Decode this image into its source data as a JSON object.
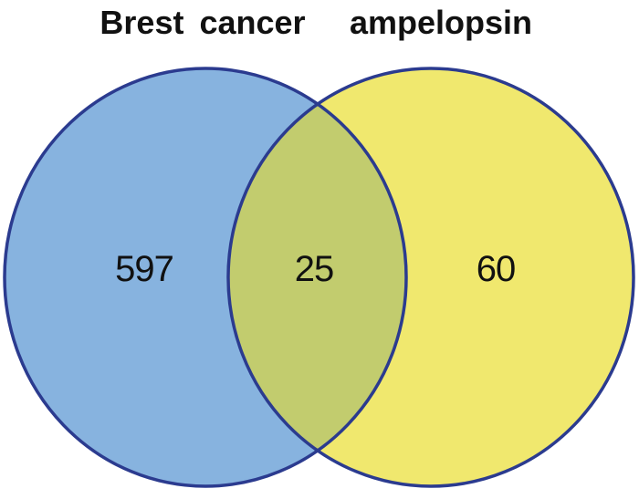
{
  "figure": {
    "type": "venn",
    "left_set": {
      "title": "Brest cancer",
      "exclusive_count": "597"
    },
    "right_set": {
      "title": "ampelopsin",
      "exclusive_count": "60"
    },
    "intersection": {
      "count": "25"
    }
  },
  "colors": {
    "left_fill": "#87B3DF",
    "right_fill": "#F0E86E",
    "overlap_fill": "#C2CC6E",
    "outline": "#2B3B8F",
    "text": "#111111",
    "background": "#FFFFFF"
  }
}
